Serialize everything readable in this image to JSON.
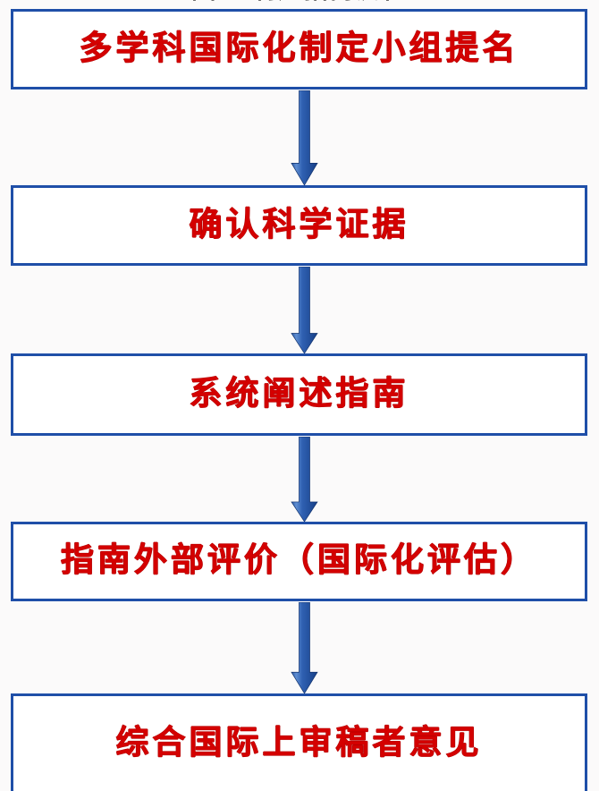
{
  "figure": {
    "caption_partial": "图一  制定指南流程",
    "background_color": "#fbfafa",
    "box_border_color": "#1f4fa8",
    "box_fill_color": "#ffffff",
    "text_color": "#d40000",
    "arrow_color": "#2e5fb0"
  },
  "flowchart": {
    "type": "flowchart",
    "orientation": "vertical-top-to-bottom",
    "steps": [
      {
        "index": 1,
        "label": "多学科国际化制定小组提名"
      },
      {
        "index": 2,
        "label": "确认科学证据"
      },
      {
        "index": 3,
        "label": "系统阐述指南"
      },
      {
        "index": 4,
        "label": "指南外部评价（国际化评估）"
      },
      {
        "index": 5,
        "label": "综合国际上审稿者意见"
      }
    ],
    "connectors": [
      {
        "from": 1,
        "to": 2,
        "shape": "down-arrow"
      },
      {
        "from": 2,
        "to": 3,
        "shape": "down-arrow"
      },
      {
        "from": 3,
        "to": 4,
        "shape": "down-arrow"
      },
      {
        "from": 4,
        "to": 5,
        "shape": "down-arrow"
      }
    ]
  }
}
